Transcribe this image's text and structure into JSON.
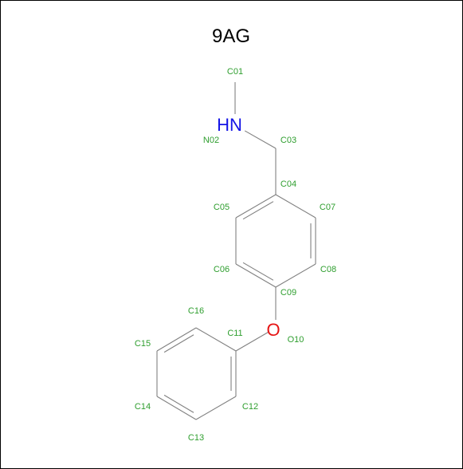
{
  "title": "9AG",
  "colors": {
    "label": "#2e9e2e",
    "bond": "#808080",
    "nitrogen": "#1414e6",
    "oxygen": "#e61414",
    "title": "#000000",
    "border": "#000000"
  },
  "heteroatoms": {
    "n02": {
      "symbol": "HN",
      "color": "#1414e6"
    },
    "o10": {
      "symbol": "O",
      "color": "#e61414"
    }
  },
  "atoms": [
    {
      "id": "C01",
      "label": "C01"
    },
    {
      "id": "N02",
      "label": "N02"
    },
    {
      "id": "C03",
      "label": "C03"
    },
    {
      "id": "C04",
      "label": "C04"
    },
    {
      "id": "C05",
      "label": "C05"
    },
    {
      "id": "C06",
      "label": "C06"
    },
    {
      "id": "C07",
      "label": "C07"
    },
    {
      "id": "C08",
      "label": "C08"
    },
    {
      "id": "C09",
      "label": "C09"
    },
    {
      "id": "O10",
      "label": "O10"
    },
    {
      "id": "C11",
      "label": "C11"
    },
    {
      "id": "C12",
      "label": "C12"
    },
    {
      "id": "C13",
      "label": "C13"
    },
    {
      "id": "C14",
      "label": "C14"
    },
    {
      "id": "C15",
      "label": "C15"
    },
    {
      "id": "C16",
      "label": "C16"
    }
  ],
  "bonds": [
    {
      "from": "C01",
      "to": "N02",
      "order": 1
    },
    {
      "from": "N02",
      "to": "C03",
      "order": 1
    },
    {
      "from": "C03",
      "to": "C04",
      "order": 1
    },
    {
      "from": "C04",
      "to": "C05",
      "order": 2
    },
    {
      "from": "C05",
      "to": "C06",
      "order": 1
    },
    {
      "from": "C06",
      "to": "C09",
      "order": 2
    },
    {
      "from": "C09",
      "to": "C08",
      "order": 1
    },
    {
      "from": "C08",
      "to": "C07",
      "order": 2
    },
    {
      "from": "C07",
      "to": "C04",
      "order": 1
    },
    {
      "from": "C09",
      "to": "O10",
      "order": 1
    },
    {
      "from": "O10",
      "to": "C11",
      "order": 1
    },
    {
      "from": "C11",
      "to": "C12",
      "order": 2
    },
    {
      "from": "C12",
      "to": "C13",
      "order": 1
    },
    {
      "from": "C13",
      "to": "C14",
      "order": 2
    },
    {
      "from": "C14",
      "to": "C15",
      "order": 1
    },
    {
      "from": "C15",
      "to": "C16",
      "order": 2
    },
    {
      "from": "C16",
      "to": "C11",
      "order": 1
    }
  ]
}
